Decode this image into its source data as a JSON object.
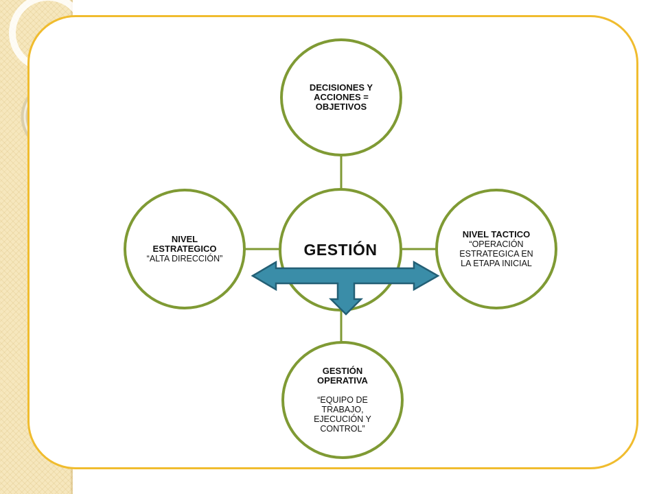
{
  "colors": {
    "frame": "#f0bc2e",
    "node_border": "#7f9a34",
    "arrow_fill": "#3a8da8",
    "arrow_stroke": "#235f75",
    "side_strip": "#f6e7bd"
  },
  "nodes": {
    "center": {
      "title": "GESTIÓN"
    },
    "top": {
      "title": "DECISIONES Y ACCIONES = OBJETIVOS"
    },
    "right": {
      "title": "NIVEL TACTICO",
      "subtitle": "“OPERACIÓN ESTRATEGICA EN LA ETAPA INICIAL"
    },
    "bottom": {
      "title": "GESTIÓN OPERATIVA",
      "subtitle": "“EQUIPO DE TRABAJO, EJECUCIÓN Y CONTROL”"
    },
    "left": {
      "title": "NIVEL ESTRATEGICO",
      "subtitle": "“ALTA DIRECCIÓN”"
    }
  },
  "icons": {
    "arrow": "three-way-arrow-icon"
  }
}
